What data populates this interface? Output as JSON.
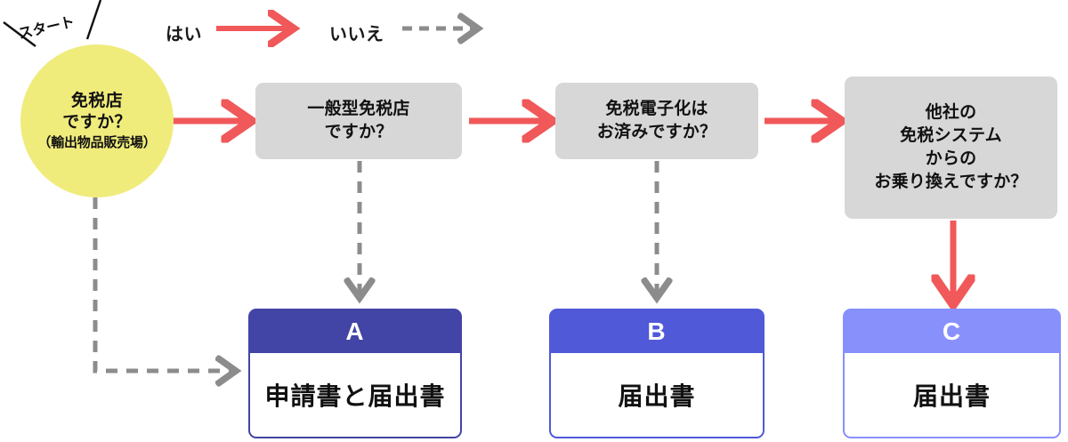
{
  "legend": {
    "yes": {
      "label": "はい",
      "arrow_style": "solid",
      "color": "#f0585a"
    },
    "no": {
      "label": "いいえ",
      "arrow_style": "dashed",
      "color": "#8c8c8c"
    }
  },
  "start": {
    "annotation": "スタート",
    "line1": "免税店",
    "line2": "ですか？",
    "line3": "（輸出物品販売場）",
    "color": "#f0ec7c"
  },
  "decisions": [
    {
      "id": "decision-1",
      "lines": [
        "一般型免税店",
        "ですか？"
      ],
      "yes_target": "decision-2",
      "no_target": "result-a"
    },
    {
      "id": "decision-2",
      "lines": [
        "免税電子化は",
        "お済みですか？"
      ],
      "yes_target": "decision-3",
      "no_target": "result-b"
    },
    {
      "id": "decision-3",
      "lines": [
        "他社の",
        "免税システム",
        "からの",
        "お乗り換えですか？"
      ],
      "yes_target": "result-c",
      "no_target": ""
    }
  ],
  "results": [
    {
      "id": "result-a",
      "letter": "A",
      "document": "申請書と届出書",
      "header_color": "#4245a5"
    },
    {
      "id": "result-b",
      "letter": "B",
      "document": "届出書",
      "header_color": "#5059d8"
    },
    {
      "id": "result-c",
      "letter": "C",
      "document": "届出書",
      "header_color": "#8890fb"
    }
  ],
  "box_color": "#d7d7d7"
}
